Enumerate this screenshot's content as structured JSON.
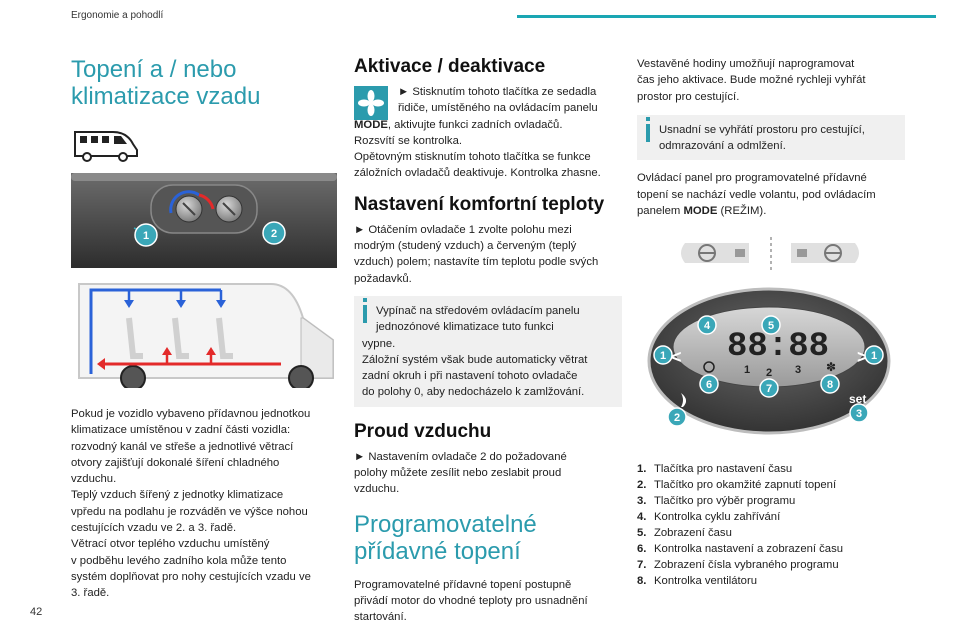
{
  "header": {
    "section": "Ergonomie a pohodlí",
    "page_number": "42"
  },
  "col1": {
    "title_line1": "Topení a / nebo",
    "title_line2": "klimatizace vzadu",
    "callout_1": "1",
    "callout_2": "2",
    "body": [
      "Pokud je vozidlo vybaveno přídavnou jednotkou",
      "klimatizace umístěnou v zadní části vozidla:",
      "rozvodný kanál ve střeše a jednotlivé větrací",
      "otvory zajišťují dokonalé šíření chladného",
      "vzduchu.",
      "Teplý vzduch šířený z jednotky klimatizace",
      "vpředu na podlahu je rozváděn ve výšce nohou",
      "cestujících vzadu ve 2. a 3. řadě.",
      "Větrací otvor teplého vzduchu umístěný",
      "v podběhu levého zadního kola může tento",
      "systém doplňovat pro nohy cestujících vzadu ve",
      "3. řadě."
    ]
  },
  "col2": {
    "activation_title": "Aktivace / deaktivace",
    "activation_line1": "► Stisknutím tohoto tlačítka ze sedadla",
    "activation_line2": "řidiče, umístěného na ovládacím panelu",
    "activation_mode": "MODE",
    "activation_line3_rest": ", aktivujte funkci zadních ovladačů.",
    "activation_line4": "Rozsvítí se kontrolka.",
    "activation_line5": "Opětovným stisknutím tohoto tlačítka se funkce",
    "activation_line6": "záložních ovladačů deaktivuje. Kontrolka zhasne.",
    "comfort_title": "Nastavení komfortní teploty",
    "comfort_text": [
      "► Otáčením ovladače 1 zvolte polohu mezi",
      "modrým (studený vzduch) a červeným (teplý",
      "vzduch) polem; nastavíte tím teplotu podle svých",
      "požadavků."
    ],
    "tip": [
      "Vypínač na středovém ovládacím panelu",
      "jednozónové klimatizace tuto funkci",
      "vypne.",
      "Záložní systém však bude automaticky větrat",
      "zadní okruh i při nastavení tohoto ovladače",
      "do polohy 0, aby nedocházelo k zamlžování."
    ],
    "airflow_title": "Proud vzduchu",
    "airflow_text": [
      "► Nastavením ovladače 2 do požadované",
      "polohy můžete zesílit nebo zeslabit proud",
      "vzduchu."
    ],
    "prog_title_line1": "Programovatelné",
    "prog_title_line2": "přídavné topení",
    "prog_text": [
      "Programovatelné přídavné topení postupně",
      "přivádí motor do vhodné teploty pro usnadnění",
      "startování."
    ]
  },
  "col3": {
    "intro": [
      "Vestavěné hodiny umožňují naprogramovat",
      "čas jeho aktivace. Bude možné rychleji vyhřát",
      "prostor pro cestující."
    ],
    "tip": [
      "Usnadní se vyhřátí prostoru pro cestující,",
      "odmrazování a odmlžení."
    ],
    "panel_text_line1": "Ovládací panel pro programovatelné přídavné",
    "panel_text_line2": "topení se nachází vedle volantu, pod ovládacím",
    "panel_text_line3_prefix": "panelem ",
    "panel_text_mode": "MODE",
    "panel_text_line3_suffix": " (REŽIM).",
    "display": {
      "digits": "88:88",
      "program_numbers": [
        "1",
        "2",
        "3"
      ],
      "set_label": "set",
      "callouts": [
        "1",
        "2",
        "3",
        "4",
        "5",
        "6",
        "7",
        "8"
      ]
    },
    "legend": [
      {
        "num": "1.",
        "text": "Tlačítka pro nastavení času"
      },
      {
        "num": "2.",
        "text": "Tlačítko pro okamžité zapnutí topení"
      },
      {
        "num": "3.",
        "text": "Tlačítko pro výběr programu"
      },
      {
        "num": "4.",
        "text": "Kontrolka cyklu zahřívání"
      },
      {
        "num": "5.",
        "text": "Zobrazení času"
      },
      {
        "num": "6.",
        "text": "Kontrolka nastavení a zobrazení času"
      },
      {
        "num": "7.",
        "text": "Zobrazení čísla vybraného programu"
      },
      {
        "num": "8.",
        "text": "Kontrolka ventilátoru"
      }
    ]
  },
  "colors": {
    "accent": "#2b9bad",
    "tip_bg": "#f0f0f0",
    "heat_red": "#e32a2a",
    "cool_blue": "#2a62d8"
  }
}
